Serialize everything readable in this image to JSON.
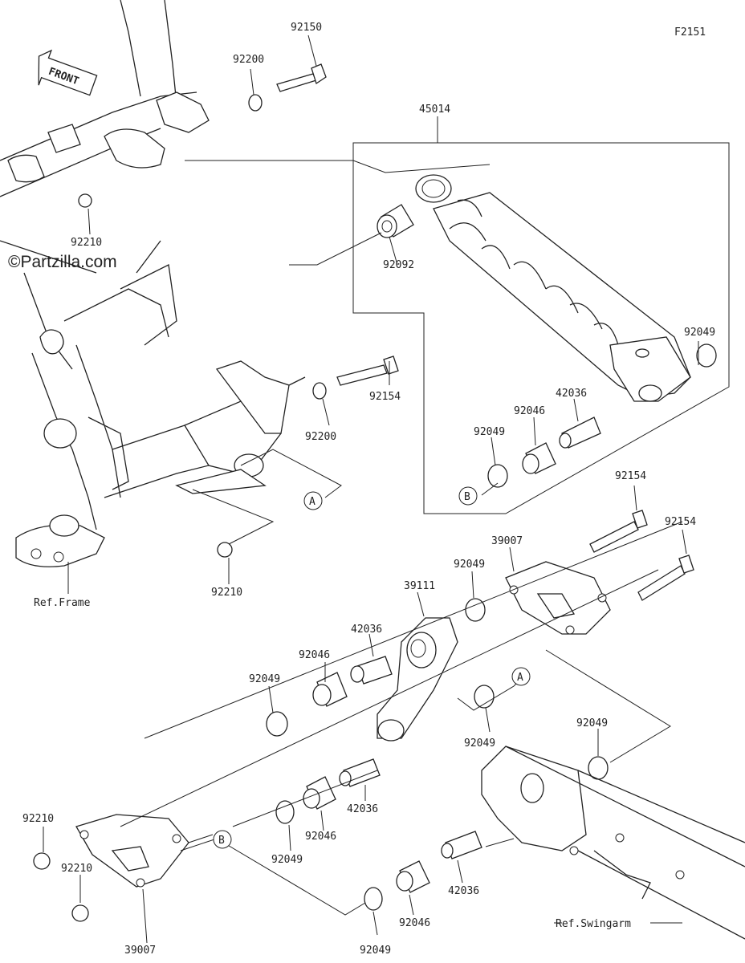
{
  "diagram": {
    "code": "F2151",
    "brand": "©Partzilla.com",
    "front_label": "FRONT",
    "ref_frame": "Ref.Frame",
    "ref_swingarm": "Ref.Swingarm",
    "markers": {
      "a": "A",
      "b": "B"
    },
    "parts": {
      "p92150": "92150",
      "p92200a": "92200",
      "p45014": "45014",
      "p92210a": "92210",
      "p92092": "92092",
      "p92049a": "92049",
      "p42036a": "42036",
      "p92046a": "92046",
      "p92049b": "92049",
      "p92154a": "92154",
      "p92200b": "92200",
      "p92210b": "92210",
      "p92154b": "92154",
      "p92154c": "92154",
      "p39007a": "39007",
      "p92049c": "92049",
      "p39111": "39111",
      "p42036b": "42036",
      "p92046b": "92046",
      "p92049d": "92049",
      "p92049e": "92049",
      "p92049f": "92049",
      "p42036c": "42036",
      "p92046c": "92046",
      "p92049g": "92049",
      "p92210c": "92210",
      "p92210d": "92210",
      "p39007b": "39007",
      "p42036d": "42036",
      "p92046d": "92046",
      "p92049h": "92049"
    }
  }
}
